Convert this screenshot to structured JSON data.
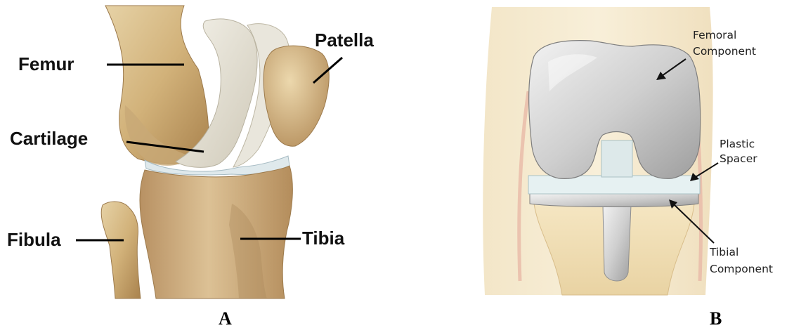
{
  "panel_a": {
    "letter": "A",
    "labels": {
      "femur": "Femur",
      "patella": "Patella",
      "cartilage": "Cartilage",
      "fibula": "Fibula",
      "tibia": "Tibia"
    }
  },
  "panel_b": {
    "letter": "B",
    "labels": {
      "femoral_line1": "Femoral",
      "femoral_line2": "Component",
      "plastic_line1": "Plastic",
      "plastic_line2": "Spacer",
      "tibial_line1": "Tibial",
      "tibial_line2": "Component"
    }
  }
}
